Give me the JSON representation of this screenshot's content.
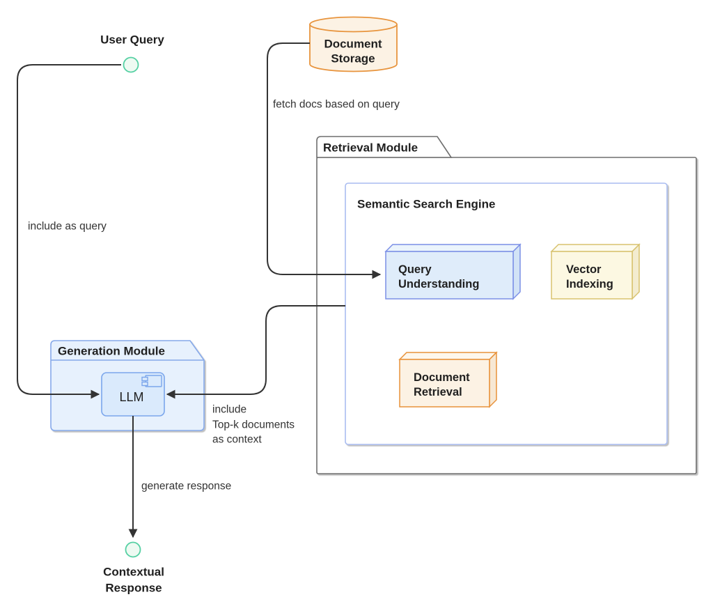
{
  "colors": {
    "line": "#333333",
    "node_text": "#1f1f1f",
    "edge_text": "#333333",
    "mint_fill": "#eefaf2",
    "mint_stroke": "#55d0a3",
    "storage_fill": "#fcf2e4",
    "storage_stroke": "#e8943d",
    "cluster_border": "#6e6e6e",
    "cluster_fill": "#ffffff",
    "sse_stroke": "#a9bcf0",
    "blue_fill": "#dfecfa",
    "blue_top": "#ebf4fc",
    "blue_side": "#d2e3f6",
    "blue_stroke": "#7b8fe6",
    "yellow_fill": "#fcf8e2",
    "yellow_top": "#fdfbee",
    "yellow_side": "#f3ecd0",
    "yellow_stroke": "#d8c26e",
    "orange_fill": "#fcf2e4",
    "orange_top": "#fdf7ed",
    "orange_side": "#f7e8d4",
    "orange_stroke": "#e8923a",
    "module_fill": "#e7f1fd",
    "module_stroke": "#86a9ea",
    "llm_fill": "#daeafc",
    "llm_stroke": "#7ba6ec"
  },
  "nodes": {
    "user_query": {
      "label": "User Query"
    },
    "document_storage": {
      "line1": "Document",
      "line2": "Storage"
    },
    "retrieval_module": {
      "title": "Retrieval Module"
    },
    "semantic_search_engine": {
      "title": "Semantic Search Engine"
    },
    "query_understanding": {
      "line1": "Query",
      "line2": "Understanding"
    },
    "vector_indexing": {
      "line1": "Vector",
      "line2": "Indexing"
    },
    "document_retrieval": {
      "line1": "Document",
      "line2": "Retrieval"
    },
    "generation_module": {
      "title": "Generation Module"
    },
    "llm": {
      "label": "LLM"
    },
    "contextual_response": {
      "line1": "Contextual",
      "line2": "Response"
    }
  },
  "edges": {
    "include_as_query": {
      "label": "include as query"
    },
    "fetch_docs": {
      "label": "fetch docs based on query"
    },
    "top_k": {
      "line1": "include",
      "line2": "Top-k documents",
      "line3": "as context"
    },
    "generate_response": {
      "label": "generate response"
    }
  }
}
